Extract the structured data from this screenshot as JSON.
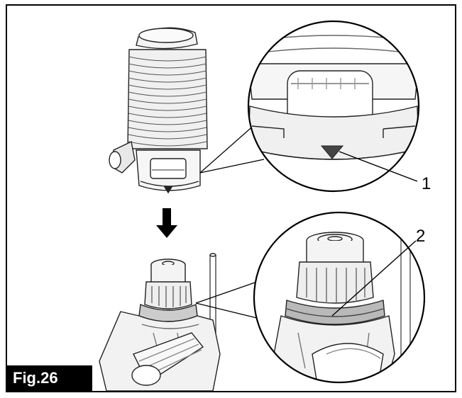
{
  "figure": {
    "label": "Fig.26",
    "callouts": [
      {
        "number": "1"
      },
      {
        "number": "2"
      }
    ]
  }
}
